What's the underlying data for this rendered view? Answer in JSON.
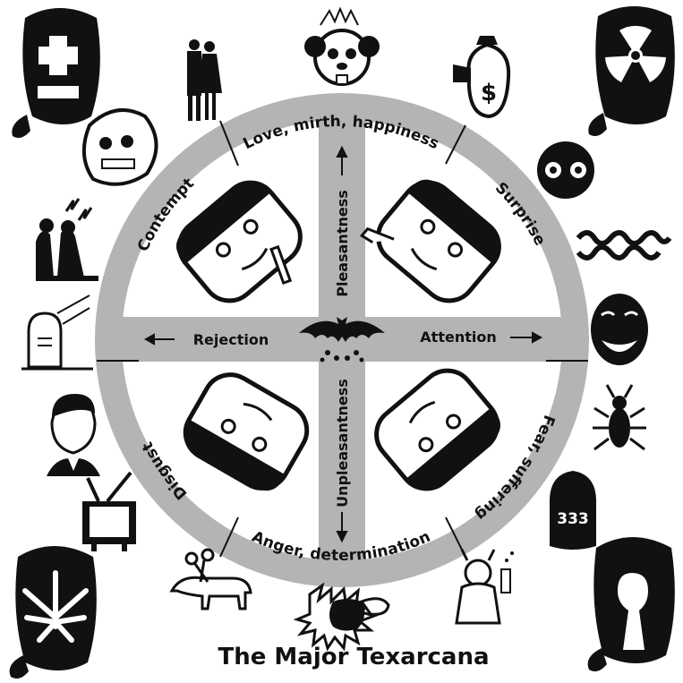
{
  "title": "The Major Texarcana",
  "ring_labels": {
    "top": "Love, mirth, happiness",
    "upper_right": "Surprise",
    "lower_right": "Fear, suffering",
    "bottom": "Anger, determination",
    "lower_left": "Disgust",
    "upper_left": "Contempt"
  },
  "axis_labels": {
    "up": "Pleasantness",
    "down": "Unpleasantness",
    "left": "Rejection",
    "right": "Attention"
  },
  "badge_text": "333",
  "colors": {
    "ring": "#b4b4b4",
    "ink": "#111111",
    "paper": "#ffffff"
  }
}
